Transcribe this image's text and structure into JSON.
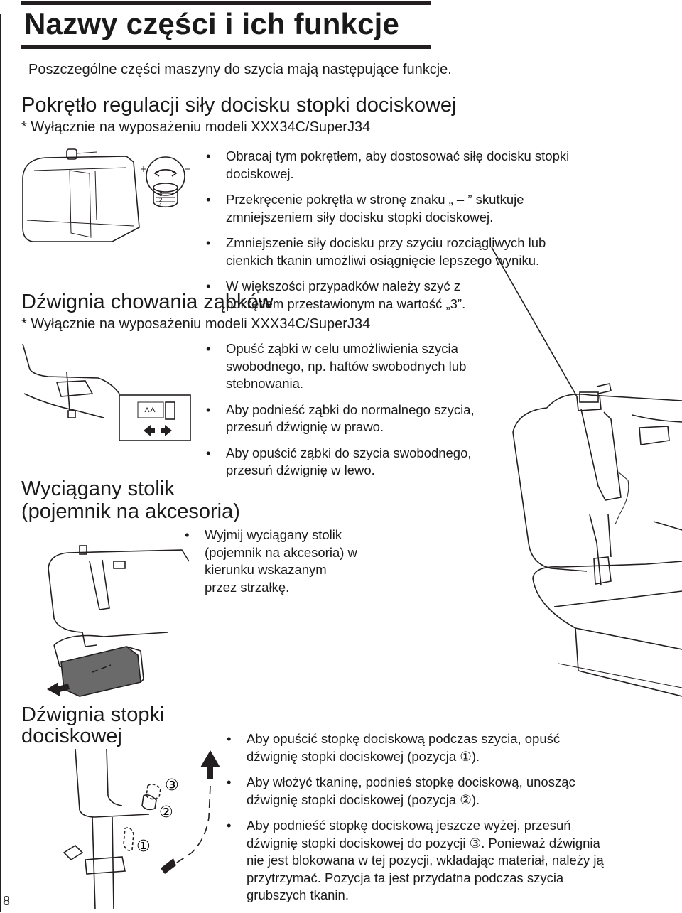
{
  "page": {
    "title": "Nazwy części i ich funkcje",
    "intro": "Poszczególne części maszyny do szycia mają następujące funkcje.",
    "page_number": "8"
  },
  "sections": [
    {
      "title": "Pokrętło regulacji siły docisku stopki dociskowej",
      "note": "* Wyłącznie na wyposażeniu modeli XXX34C/SuperJ34",
      "bullets": [
        "Obracaj tym pokrętłem, aby dostosować siłę docisku stopki dociskowej.",
        "Przekręcenie pokrętła w stronę znaku „ – ” skutkuje zmniejszeniem siły docisku stopki dociskowej.",
        "Zmniejszenie siły docisku przy szyciu rozciągliwych lub cienkich tkanin umożliwi osiągnięcie lepszego wyniku.",
        "W większości przypadków należy szyć z pokrętłem przestawionym na wartość „3”."
      ],
      "dial_labels": [
        "3",
        "2",
        "1"
      ]
    },
    {
      "title": "Dźwignia chowania ząbków",
      "note": "* Wyłącznie na wyposażeniu modeli XXX34C/SuperJ34",
      "bullets": [
        "Opuść ząbki w celu umożliwienia szycia swobodnego, np. haftów swobodnych lub stebnowania.",
        "Aby podnieść ząbki do normalnego szycia, przesuń dźwignię w prawo.",
        "Aby opuścić ząbki do szycia swobodnego, przesuń dźwignię w lewo."
      ]
    },
    {
      "title_line1": "Wyciągany stolik",
      "title_line2": "(pojemnik na akcesoria)",
      "bullets": [
        "Wyjmij wyciągany stolik (pojemnik na akcesoria) w kierunku wskazanym przez strzałkę."
      ]
    },
    {
      "title_line1": "Dźwignia stopki",
      "title_line2": "dociskowej",
      "bullets": [
        "Aby opuścić stopkę dociskową podczas szycia, opuść dźwignię stopki dociskowej (pozycja ①).",
        "Aby włożyć tkaninę, podnieś stopkę dociskową, unosząc dźwignię stopki dociskowej (pozycja ②).",
        "Aby podnieść stopkę dociskową jeszcze wyżej, przesuń dźwignię stopki dociskowej do pozycji ③. Ponieważ dźwignia nie jest blokowana w tej pozycji, wkładając materiał, należy ją przytrzymać. Pozycja ta jest przydatna podczas szycia grubszych tkanin."
      ],
      "positions": [
        "③",
        "②",
        "①"
      ]
    }
  ]
}
